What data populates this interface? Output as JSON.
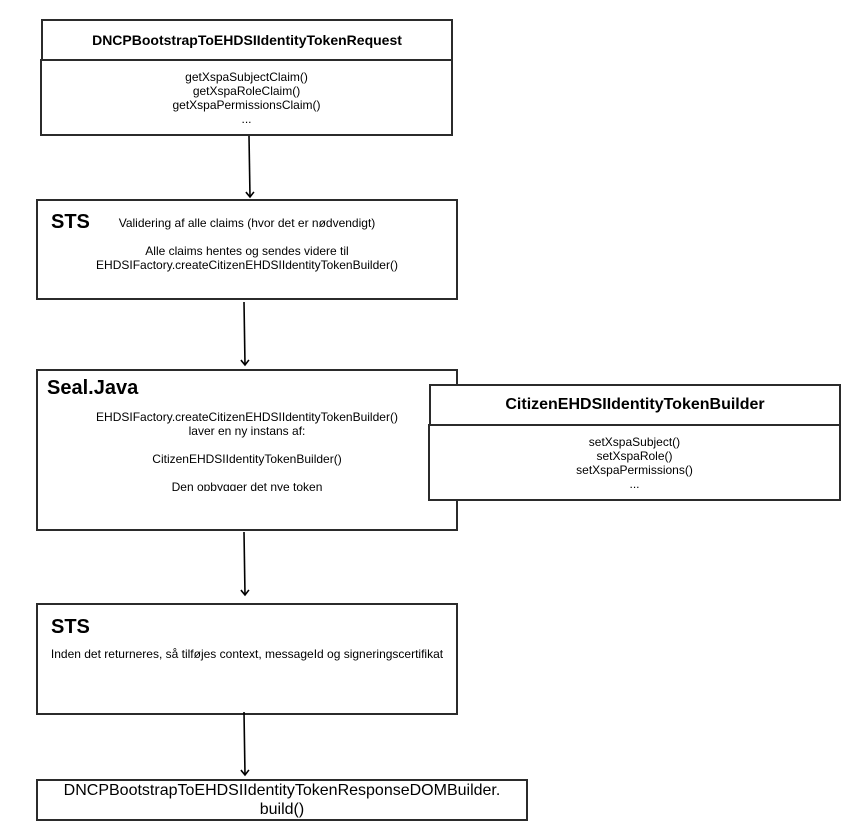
{
  "box1": {
    "title": "DNCPBootstrapToEHDSIIdentityTokenRequest",
    "methods": [
      "getXspaSubjectClaim()",
      "getXspaRoleClaim()",
      "getXspaPermissionsClaim()",
      "..."
    ]
  },
  "sts1": {
    "heading": "STS",
    "line1": "Validering af alle claims (hvor det er nødvendigt)",
    "line2": "Alle claims hentes og sendes videre til",
    "line3": "EHDSIFactory.createCitizenEHDSIIdentityTokenBuilder()"
  },
  "seal": {
    "heading": "Seal.Java",
    "line1": "EHDSIFactory.createCitizenEHDSIIdentityTokenBuilder()",
    "line2": "laver en ny instans af:",
    "line3": "CitizenEHDSIIdentityTokenBuilder()",
    "line4": "Den opbygger det nye token"
  },
  "builder": {
    "title": "CitizenEHDSIIdentityTokenBuilder",
    "methods": [
      "setXspaSubject()",
      "setXspaRole()",
      "setXspaPermissions()",
      "..."
    ]
  },
  "sts2": {
    "heading": "STS",
    "line1": "Inden det returneres, så tilføjes context, messageId og signeringscertifikat"
  },
  "response": {
    "line1": "DNCPBootstrapToEHDSIIdentityTokenResponseDOMBuilder.",
    "line2": "build()"
  }
}
